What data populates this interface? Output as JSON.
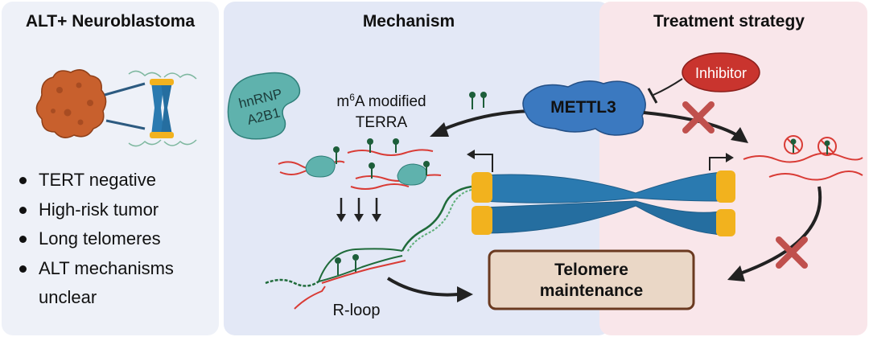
{
  "panels": {
    "left": {
      "title": "ALT+ Neuroblastoma"
    },
    "middle": {
      "title": "Mechanism"
    },
    "right": {
      "title": "Treatment strategy"
    }
  },
  "bullets": [
    "TERT negative",
    "High-risk tumor",
    "Long telomeres",
    "ALT mechanisms"
  ],
  "bullet_continuation": "unclear",
  "labels": {
    "hnrnp_line1": "hnRNP",
    "hnrnp_line2": "A2B1",
    "m6a_m": "m",
    "m6a_sup": "6",
    "m6a_rest": "A modified",
    "terra": "TERRA",
    "mettl3": "METTL3",
    "inhibitor": "Inhibitor",
    "rloop": "R-loop",
    "telomere_line1": "Telomere",
    "telomere_line2": "maintenance"
  },
  "colors": {
    "left_panel": "#eef1f8",
    "middle_panel": "#e3e8f6",
    "right_panel": "#f9e6ea",
    "chromosome": "#2a7ab0",
    "telomere_cap": "#f2b21e",
    "rna": "#d93b35",
    "hnrnp": "#5fb2ad",
    "mettl3": "#3b79c0",
    "inhibitor": "#c9342e",
    "block_x": "#c0504d",
    "box_fill": "#ead7c6",
    "box_border": "#6b3a20",
    "m6a_mark": "#1d5e3a",
    "tumor": "#c8602d"
  }
}
